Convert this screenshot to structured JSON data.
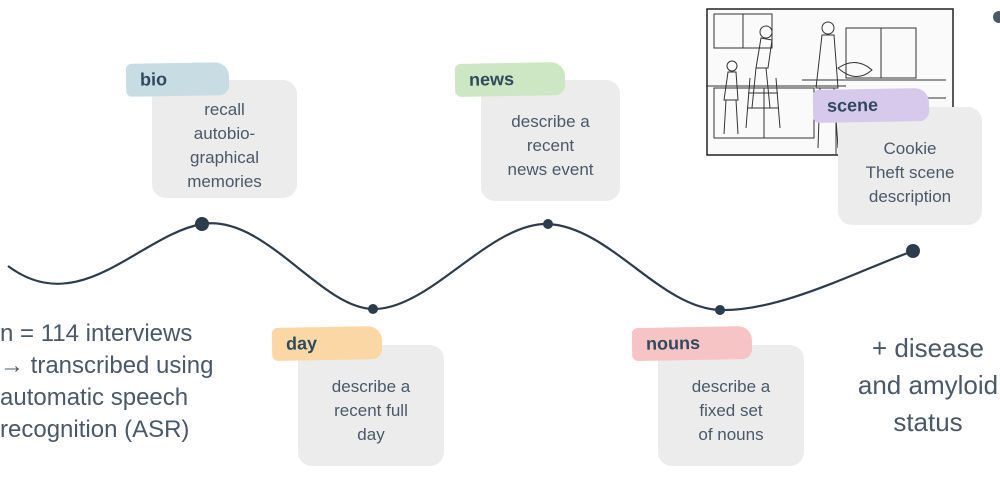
{
  "tasks": {
    "bio": {
      "tag": "bio",
      "description": "recall\nautobio-\ngraphical\nmemories",
      "tag_color": "#c8dde3"
    },
    "day": {
      "tag": "day",
      "description": "describe a\nrecent full\nday",
      "tag_color": "#fbd7a6"
    },
    "news": {
      "tag": "news",
      "description": "describe a\nrecent\nnews event",
      "tag_color": "#cde6c3"
    },
    "nouns": {
      "tag": "nouns",
      "description": "describe a\nfixed set\nof nouns",
      "tag_color": "#f6c4c4"
    },
    "scene": {
      "tag": "scene",
      "description": "Cookie\nTheft scene\ndescription",
      "tag_color": "#d6c9ec"
    }
  },
  "left_text": "n = 114 interviews\n→ transcribed using\n  automatic speech\n  recognition (ASR)",
  "right_text": "+ disease\nand amyloid\nstatus",
  "colors": {
    "text": "#4a5868",
    "line": "#2d3c4b",
    "card": "#ececec"
  }
}
